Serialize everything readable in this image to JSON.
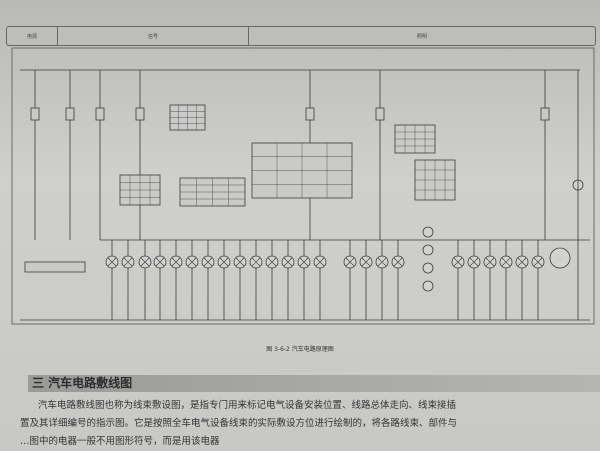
{
  "header_band": {
    "col1": "电源",
    "col2": "信号",
    "col3": "照明"
  },
  "caption": "图 3-6-2  汽车电路原理图",
  "section": {
    "heading": "三 汽车电路敷线图",
    "paragraph": [
      "汽车电路敷线图也称为线束敷设图，是指专门用来标记电气设备安装位置、线路总体走向、线束接插",
      "置及其详细编号的指示图。它是按照全车电气设备线束的实际敷设方位进行绘制的，将各路线束、部件与",
      "…图中的电器一般不用图形符号，而是用该电器"
    ]
  }
}
